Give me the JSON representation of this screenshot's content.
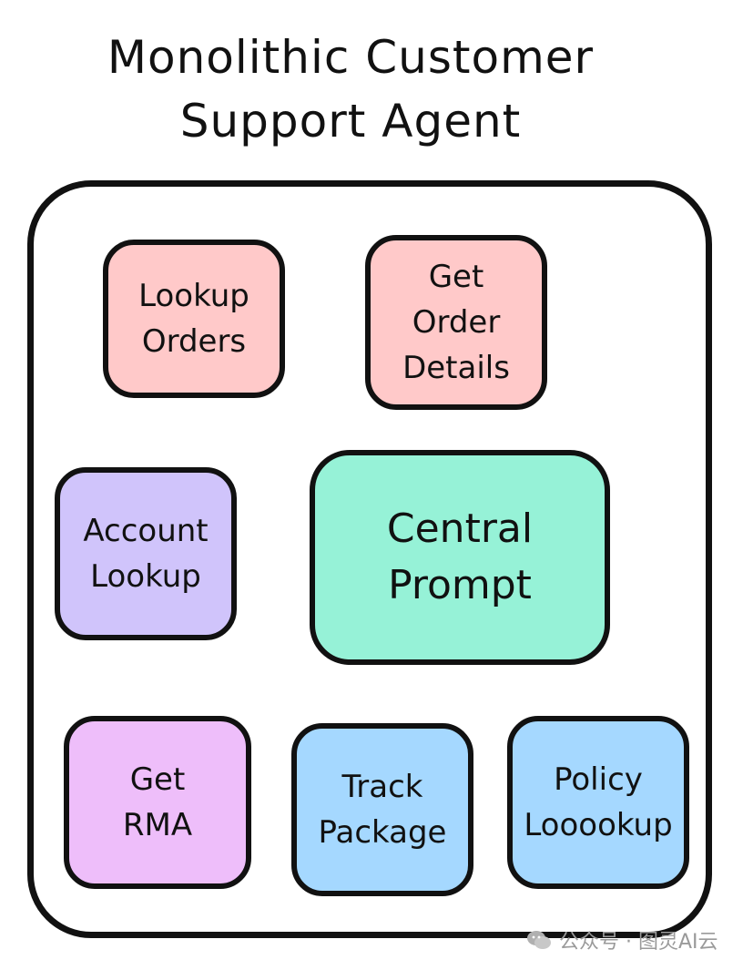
{
  "title": {
    "line1": "Monolithic Customer",
    "line2": "Support Agent"
  },
  "boxes": [
    {
      "id": "lookup-orders",
      "label": "Lookup\nOrders",
      "color": "#ffc9c9"
    },
    {
      "id": "get-order-details",
      "label": "Get\nOrder\nDetails",
      "color": "#ffc9c9"
    },
    {
      "id": "account-lookup",
      "label": "Account\nLookup",
      "color": "#d0c4fb"
    },
    {
      "id": "central-prompt",
      "label": "Central\nPrompt",
      "color": "#96f2d7"
    },
    {
      "id": "get-rma",
      "label": "Get\nRMA",
      "color": "#eebefa"
    },
    {
      "id": "track-package",
      "label": "Track\nPackage",
      "color": "#a5d8ff"
    },
    {
      "id": "policy-lookup",
      "label": "Policy\nLooookup",
      "color": "#a5d8ff"
    }
  ],
  "watermark": {
    "text": "公众号 · 图灵AI云",
    "icon": "wechat-icon"
  }
}
